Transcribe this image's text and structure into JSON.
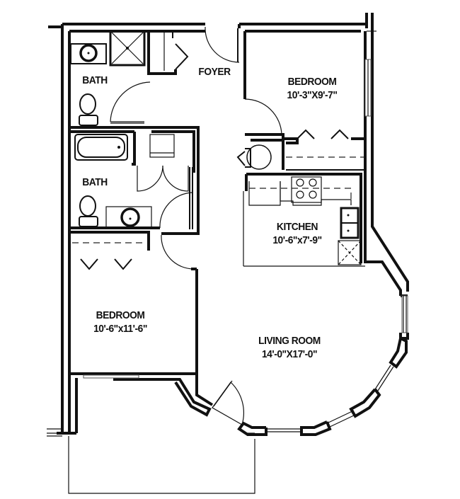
{
  "plan": {
    "type": "apartment floor plan",
    "rooms": [
      {
        "id": "bath-1",
        "name": "BATH",
        "dimensions": ""
      },
      {
        "id": "foyer",
        "name": "FOYER",
        "dimensions": ""
      },
      {
        "id": "bedroom-1",
        "name": "BEDROOM",
        "dimensions": "10'-3\"X9'-7\""
      },
      {
        "id": "bath-2",
        "name": "BATH",
        "dimensions": ""
      },
      {
        "id": "kitchen",
        "name": "KITCHEN",
        "dimensions": "10'-6\"x7'-9\""
      },
      {
        "id": "bedroom-2",
        "name": "BEDROOM",
        "dimensions": "10'-6\"x11'-6\""
      },
      {
        "id": "living-room",
        "name": "LIVING ROOM",
        "dimensions": "14'-0\"X17'-0\""
      }
    ],
    "colors": {
      "wall": "#111111",
      "background": "#ffffff"
    }
  }
}
